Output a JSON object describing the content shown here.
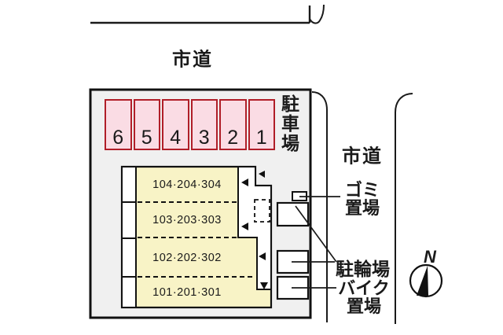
{
  "roads": {
    "top_label": "市道",
    "right_label": "市道"
  },
  "parking": {
    "label": "駐車場",
    "stalls": [
      "6",
      "5",
      "4",
      "3",
      "2",
      "1"
    ]
  },
  "building": {
    "rooms": [
      "104·204·304",
      "103·203·303",
      "102·202·302",
      "101·201·301"
    ]
  },
  "facilities": {
    "garbage_lines": [
      "ゴミ",
      "置場"
    ],
    "bicycle_label": "駐輪場",
    "bike_lines": [
      "バイク",
      "置場"
    ]
  },
  "compass": {
    "label": "N"
  },
  "colors": {
    "site_background": "#f0f0f0",
    "stall_fill": "#fadce4",
    "stall_border": "#b01e28",
    "building_fill": "#f8f3c6",
    "line": "#1a1a1a"
  }
}
